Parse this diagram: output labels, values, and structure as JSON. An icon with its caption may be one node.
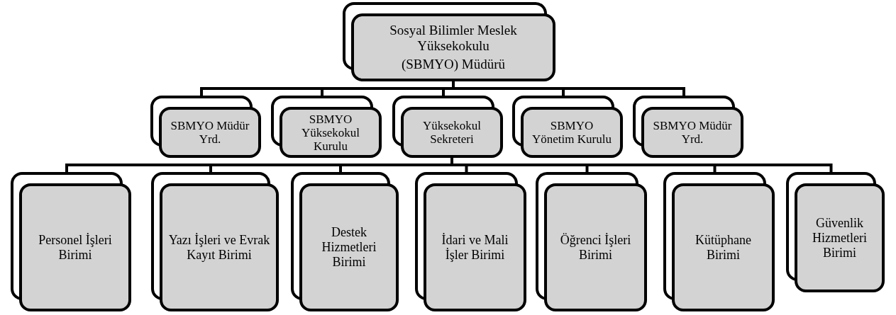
{
  "diagram": {
    "nodes": [
      {
        "text": [
          "Sosyal Bilimler Meslek Yüksekokulu",
          "(SBMYO) Müdürü"
        ]
      },
      {
        "text": [
          "SBMYO Müdür Yrd."
        ]
      },
      {
        "text": [
          "SBMYO Yüksekokul Kurulu"
        ]
      },
      {
        "text": [
          "Yüksekokul Sekreteri"
        ]
      },
      {
        "text": [
          "SBMYO Yönetim Kurulu"
        ]
      },
      {
        "text": [
          "SBMYO Müdür Yrd."
        ]
      },
      {
        "text": [
          "Personel İşleri Birimi"
        ]
      },
      {
        "text": [
          "Yazı İşleri ve Evrak Kayıt Birimi"
        ]
      },
      {
        "text": [
          "Destek Hizmetleri Birimi"
        ]
      },
      {
        "text": [
          "İdari ve Mali İşler Birimi"
        ]
      },
      {
        "text": [
          "Öğrenci İşleri Birimi"
        ]
      },
      {
        "text": [
          "Kütüphane Birimi"
        ]
      },
      {
        "text": [
          "Güvenlik Hizmetleri Birimi"
        ]
      }
    ],
    "edges": [
      {
        "from": 0,
        "to": 1,
        "arrow": "none"
      },
      {
        "from": 0,
        "to": 2,
        "arrow": "none"
      },
      {
        "from": 0,
        "to": 3,
        "arrow": "none"
      },
      {
        "from": 0,
        "to": 4,
        "arrow": "none"
      },
      {
        "from": 0,
        "to": 5,
        "arrow": "none"
      },
      {
        "from": 3,
        "to": 6,
        "arrow": "none"
      },
      {
        "from": 3,
        "to": 7,
        "arrow": "none"
      },
      {
        "from": 3,
        "to": 8,
        "arrow": "none"
      },
      {
        "from": 3,
        "to": 9,
        "arrow": "none"
      },
      {
        "from": 3,
        "to": 10,
        "arrow": "none"
      },
      {
        "from": 3,
        "to": 11,
        "arrow": "none"
      },
      {
        "from": 3,
        "to": 12,
        "arrow": "none"
      }
    ]
  }
}
